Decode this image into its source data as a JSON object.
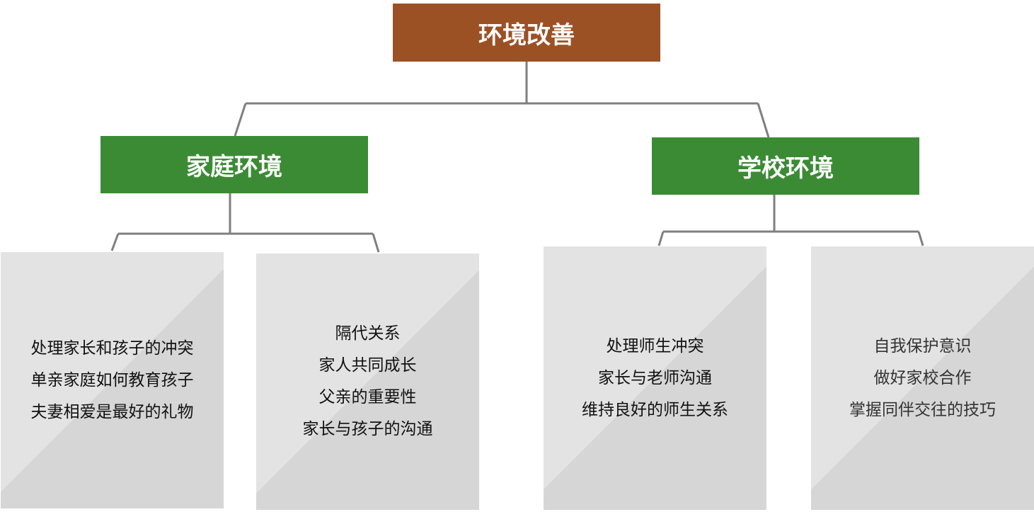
{
  "root": {
    "label": "环境改善",
    "color": "#9c5125"
  },
  "branches": [
    {
      "label": "家庭环境",
      "color": "#3b8b35",
      "leaves": [
        {
          "lines": [
            "处理家长和孩子的冲突",
            "单亲家庭如何教育孩子",
            "夫妻相爱是最好的礼物"
          ]
        },
        {
          "lines": [
            "隔代关系",
            "家人共同成长",
            "父亲的重要性",
            "家长与孩子的沟通"
          ]
        }
      ]
    },
    {
      "label": "学校环境",
      "color": "#3b8b35",
      "leaves": [
        {
          "lines": [
            "处理师生冲突",
            "家长与老师沟通",
            "维持良好的师生关系"
          ]
        },
        {
          "lines": [
            "自我保护意识",
            "做好家校合作",
            "掌握同伴交往的技巧"
          ]
        }
      ]
    }
  ],
  "connector_color": "#7f7f7f"
}
